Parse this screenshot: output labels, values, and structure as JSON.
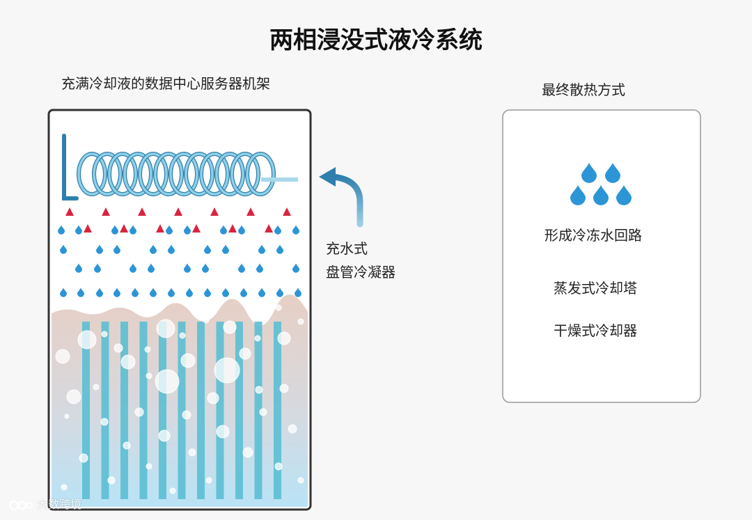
{
  "title": "两相浸没式液冷系统",
  "rack_label": "充满冷却液的数据中心服务器机架",
  "final_cooling_label": "最终散热方式",
  "coil_label": [
    "充水式",
    "盘管冷凝器"
  ],
  "final_cooling_items": [
    "形成冷冻水回路",
    "蒸发式冷却塔",
    "干燥式冷却器"
  ],
  "watermark": "大数跨境",
  "colors": {
    "hot": "#d8253f",
    "cold": "#2f7fae",
    "coil": "#7fc6dd",
    "drop": "#2b95d6",
    "rack_border": "#333333"
  },
  "icons": [
    "water-drops-icon",
    "arrow-right-icon",
    "curved-arrow-icon",
    "up-arrow-icon"
  ]
}
